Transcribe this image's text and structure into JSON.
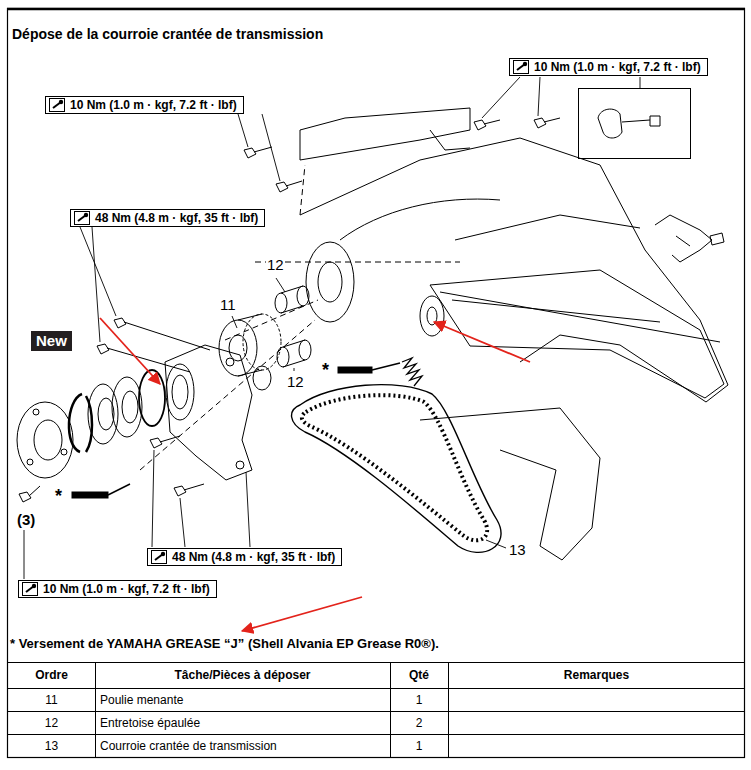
{
  "diagram": {
    "title": "Dépose de la courroie crantée de transmission",
    "nodes": [
      {
        "text": [
          "10 Nm (1.0 m · kgf, 7.2 ft · lbf)"
        ]
      },
      {
        "text": [
          "10 Nm (1.0 m · kgf, 7.2 ft · lbf)"
        ]
      },
      {
        "text": [
          "48 Nm (4.8 m · kgf, 35 ft · lbf)"
        ]
      },
      {
        "text": [
          "New"
        ]
      },
      {
        "text": [
          "48 Nm (4.8 m · kgf, 35 ft · lbf)"
        ]
      },
      {
        "text": [
          "10 Nm (1.0 m · kgf, 7.2 ft · lbf)"
        ]
      }
    ],
    "labels": [
      "12",
      "11",
      "12",
      "*",
      "13",
      "*",
      "(3)",
      "* Versement de YAMAHA GREASE “J” (Shell Alvania EP Grease R0®).",
      "Ordre",
      "Tâche/Pièces à déposer",
      "Qté",
      "Remarques",
      "11",
      "Poulie menante",
      "1",
      "12",
      "Entretoise épaulée",
      "2",
      "13",
      "Courroie crantée de transmission",
      "1"
    ]
  }
}
